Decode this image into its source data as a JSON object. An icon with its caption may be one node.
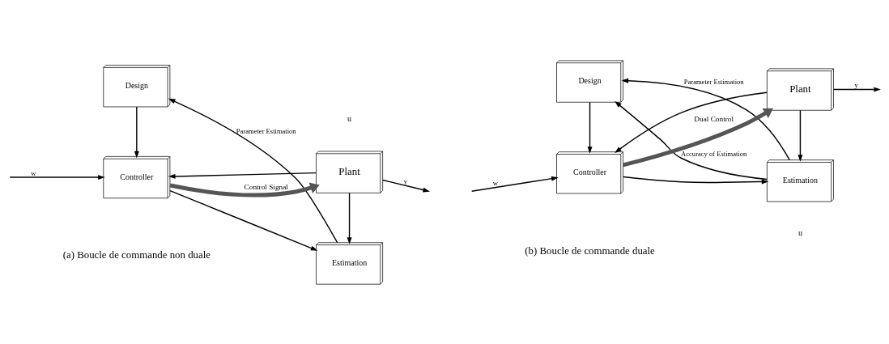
{
  "diagram": {
    "nodes": [
      {
        "text": [
          "Design"
        ]
      },
      {
        "text": [
          "Estimation"
        ]
      },
      {
        "text": [
          "Controller"
        ]
      },
      {
        "text": [
          "Plant"
        ]
      },
      {
        "text": [
          "Design"
        ]
      },
      {
        "text": [
          "Estimation"
        ]
      },
      {
        "text": [
          "Controller"
        ]
      },
      {
        "text": [
          "Plant"
        ]
      }
    ],
    "edges": [
      {
        "from": 1,
        "to": 0,
        "arrow": "to",
        "label": "Parameter Estimation"
      },
      {
        "from": 0,
        "to": 2,
        "arrow": "to"
      },
      {
        "from": null,
        "to": 2,
        "arrow": "to",
        "label": "w"
      },
      {
        "from": 2,
        "to": 3,
        "arrow": "to",
        "label": "Control Signal",
        "style": "thick"
      },
      {
        "from": 2,
        "to": 1,
        "arrow": "to"
      },
      {
        "from": 3,
        "to": 1,
        "arrow": "to"
      },
      {
        "from": 3,
        "to": null,
        "arrow": "to",
        "label": "y"
      },
      {
        "from": 3,
        "to": 2,
        "arrow": "to"
      },
      {
        "from": 5,
        "to": 4,
        "arrow": "to",
        "label": "Parameter Estimation"
      },
      {
        "from": 5,
        "to": 4,
        "arrow": "to",
        "label": "Accuracy of Estimation"
      },
      {
        "from": 4,
        "to": 6,
        "arrow": "to"
      },
      {
        "from": null,
        "to": 6,
        "arrow": "to",
        "label": "w"
      },
      {
        "from": 6,
        "to": 7,
        "arrow": "to",
        "label": "Dual Control",
        "style": "thick"
      },
      {
        "from": 6,
        "to": 5,
        "arrow": "to"
      },
      {
        "from": 7,
        "to": 5,
        "arrow": "to"
      },
      {
        "from": 7,
        "to": null,
        "arrow": "to",
        "label": "y"
      },
      {
        "from": 7,
        "to": 6,
        "arrow": "to"
      }
    ],
    "labels": [
      "u",
      "u",
      "(a) Boucle de commande non duale",
      "(b) Boucle de commande duale"
    ]
  }
}
